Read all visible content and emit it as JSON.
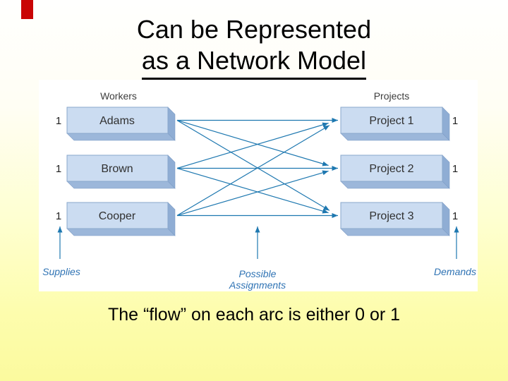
{
  "slide": {
    "title_line1": "Can be Represented",
    "title_line2": "as a Network Model",
    "caption": "The “flow” on each arc is either 0 or 1",
    "accent_ribbon_color": "#c90505"
  },
  "diagram": {
    "left_group_label": "Workers",
    "right_group_label": "Projects",
    "workers": [
      {
        "name": "Adams",
        "supply": "1"
      },
      {
        "name": "Brown",
        "supply": "1"
      },
      {
        "name": "Cooper",
        "supply": "1"
      }
    ],
    "projects": [
      {
        "name": "Project 1",
        "demand": "1"
      },
      {
        "name": "Project 2",
        "demand": "1"
      },
      {
        "name": "Project 3",
        "demand": "1"
      }
    ],
    "edges": [
      [
        "Adams",
        "Project 1"
      ],
      [
        "Adams",
        "Project 2"
      ],
      [
        "Adams",
        "Project 3"
      ],
      [
        "Brown",
        "Project 1"
      ],
      [
        "Brown",
        "Project 2"
      ],
      [
        "Brown",
        "Project 3"
      ],
      [
        "Cooper",
        "Project 1"
      ],
      [
        "Cooper",
        "Project 2"
      ],
      [
        "Cooper",
        "Project 3"
      ]
    ],
    "bottom_labels": {
      "left": "Supplies",
      "center_line1": "Possible",
      "center_line2": "Assignments",
      "right": "Demands"
    },
    "colors": {
      "box_face": "#cbdcf1",
      "box_side": "#9cb7da",
      "box_outline": "#7e9dc6",
      "arrow": "#1e78b0",
      "blue_label": "#2f73b4"
    }
  }
}
